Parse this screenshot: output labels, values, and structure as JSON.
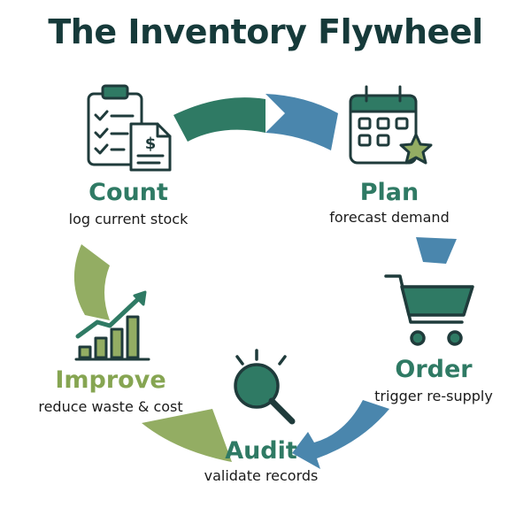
{
  "title": "The Inventory Flywheel",
  "colors": {
    "title": "#163a3a",
    "teal": "#2f7a64",
    "blue": "#4a86ad",
    "green": "#93ad63",
    "outline": "#1f3b3b"
  },
  "stages": [
    {
      "label": "Count",
      "description": "log current stock",
      "icon": "clipboard-checklist-invoice-icon"
    },
    {
      "label": "Plan",
      "description": "forecast demand",
      "icon": "calendar-star-icon"
    },
    {
      "label": "Order",
      "description": "trigger re-supply",
      "icon": "shopping-cart-icon"
    },
    {
      "label": "Audit",
      "description": "validate records",
      "icon": "magnifying-glass-icon"
    },
    {
      "label": "Improve",
      "description": "reduce waste & cost",
      "icon": "growth-bar-chart-icon"
    }
  ]
}
